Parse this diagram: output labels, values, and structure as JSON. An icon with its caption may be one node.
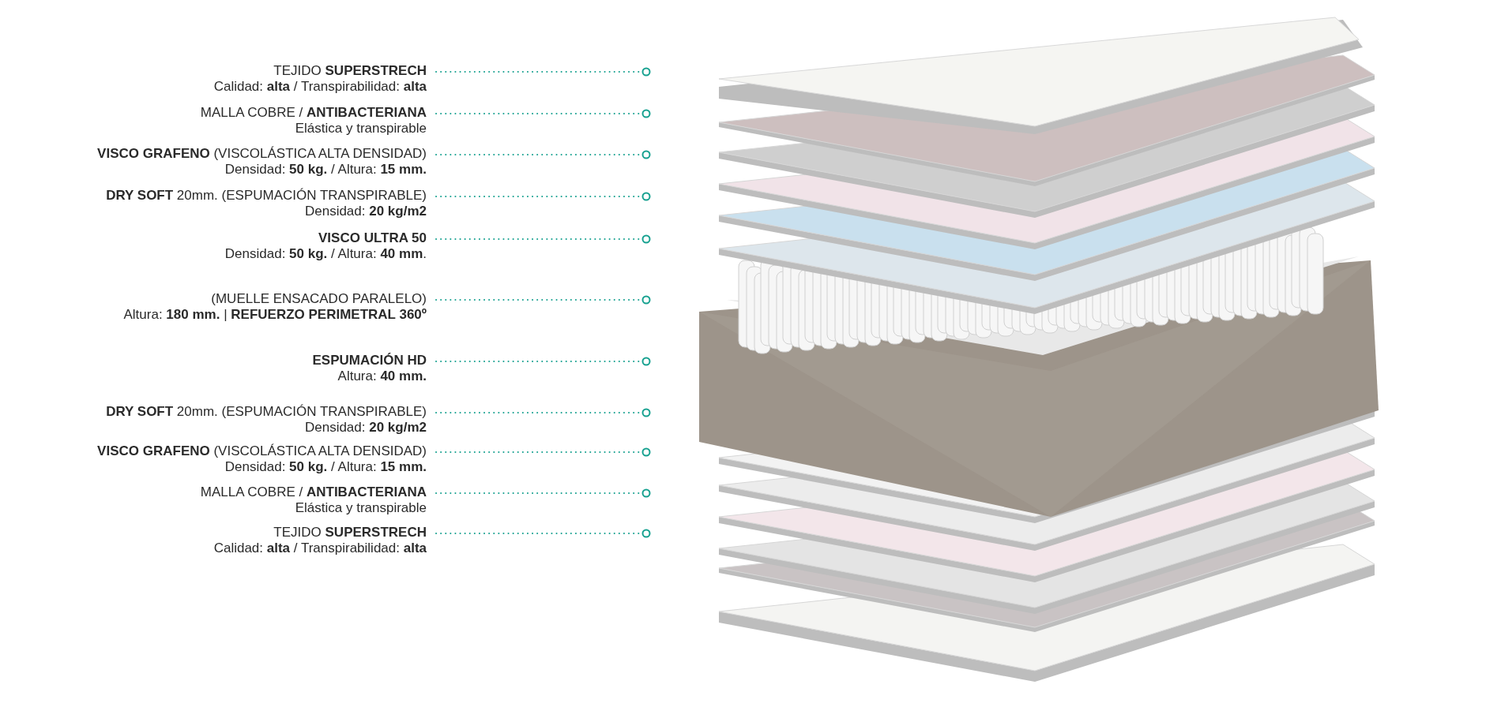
{
  "diagram": {
    "nodes": [
      {
        "text": [
          "TEJIDO **SUPERSTRECH**",
          "Calidad: **alta** / Transpirabilidad: **alta**"
        ]
      },
      {
        "text": [
          "MALLA COBRE / **ANTIBACTERIANA**",
          "Elástica y transpirable"
        ]
      },
      {
        "text": [
          "**VISCO GRAFENO** (VISCOLÁSTICA ALTA DENSIDAD)",
          "Densidad: **50 kg.** / Altura: **15 mm.**"
        ]
      },
      {
        "text": [
          "**DRY SOFT** 20mm. (ESPUMACIÓN TRANSPIRABLE)",
          "Densidad: **20 kg/m2**"
        ]
      },
      {
        "text": [
          "**VISCO ULTRA 50**",
          "Densidad: **50 kg.** / Altura: **40 mm**."
        ]
      },
      {
        "text": [
          "(MUELLE ENSACADO PARALELO)",
          "Altura: **180 mm.** | **REFUERZO PERIMETRAL 360º**"
        ]
      },
      {
        "text": [
          "**ESPUMACIÓN HD**",
          "Altura: **40 mm.**"
        ]
      },
      {
        "text": [
          "**DRY SOFT** 20mm. (ESPUMACIÓN TRANSPIRABLE)",
          "Densidad: **20 kg/m2**"
        ]
      },
      {
        "text": [
          "**VISCO GRAFENO** (VISCOLÁSTICA ALTA DENSIDAD)",
          "Densidad: **50 kg.** / Altura: **15 mm.**"
        ]
      },
      {
        "text": [
          "MALLA COBRE / **ANTIBACTERIANA**",
          "Elástica y transpirable"
        ]
      },
      {
        "text": [
          "TEJIDO **SUPERSTRECH**",
          "Calidad: **alta** / Transpirabilidad: **alta**"
        ]
      }
    ],
    "edges": [
      {
        "from": 0,
        "to": null,
        "arrow": "other"
      },
      {
        "from": 1,
        "to": null,
        "arrow": "other"
      },
      {
        "from": 2,
        "to": null,
        "arrow": "other"
      },
      {
        "from": 3,
        "to": null,
        "arrow": "other"
      },
      {
        "from": 4,
        "to": null,
        "arrow": "other"
      },
      {
        "from": 5,
        "to": null,
        "arrow": "other"
      },
      {
        "from": 6,
        "to": null,
        "arrow": "other"
      },
      {
        "from": 7,
        "to": null,
        "arrow": "other"
      },
      {
        "from": 8,
        "to": null,
        "arrow": "other"
      },
      {
        "from": 9,
        "to": null,
        "arrow": "other"
      },
      {
        "from": 10,
        "to": null,
        "arrow": "other"
      }
    ]
  }
}
